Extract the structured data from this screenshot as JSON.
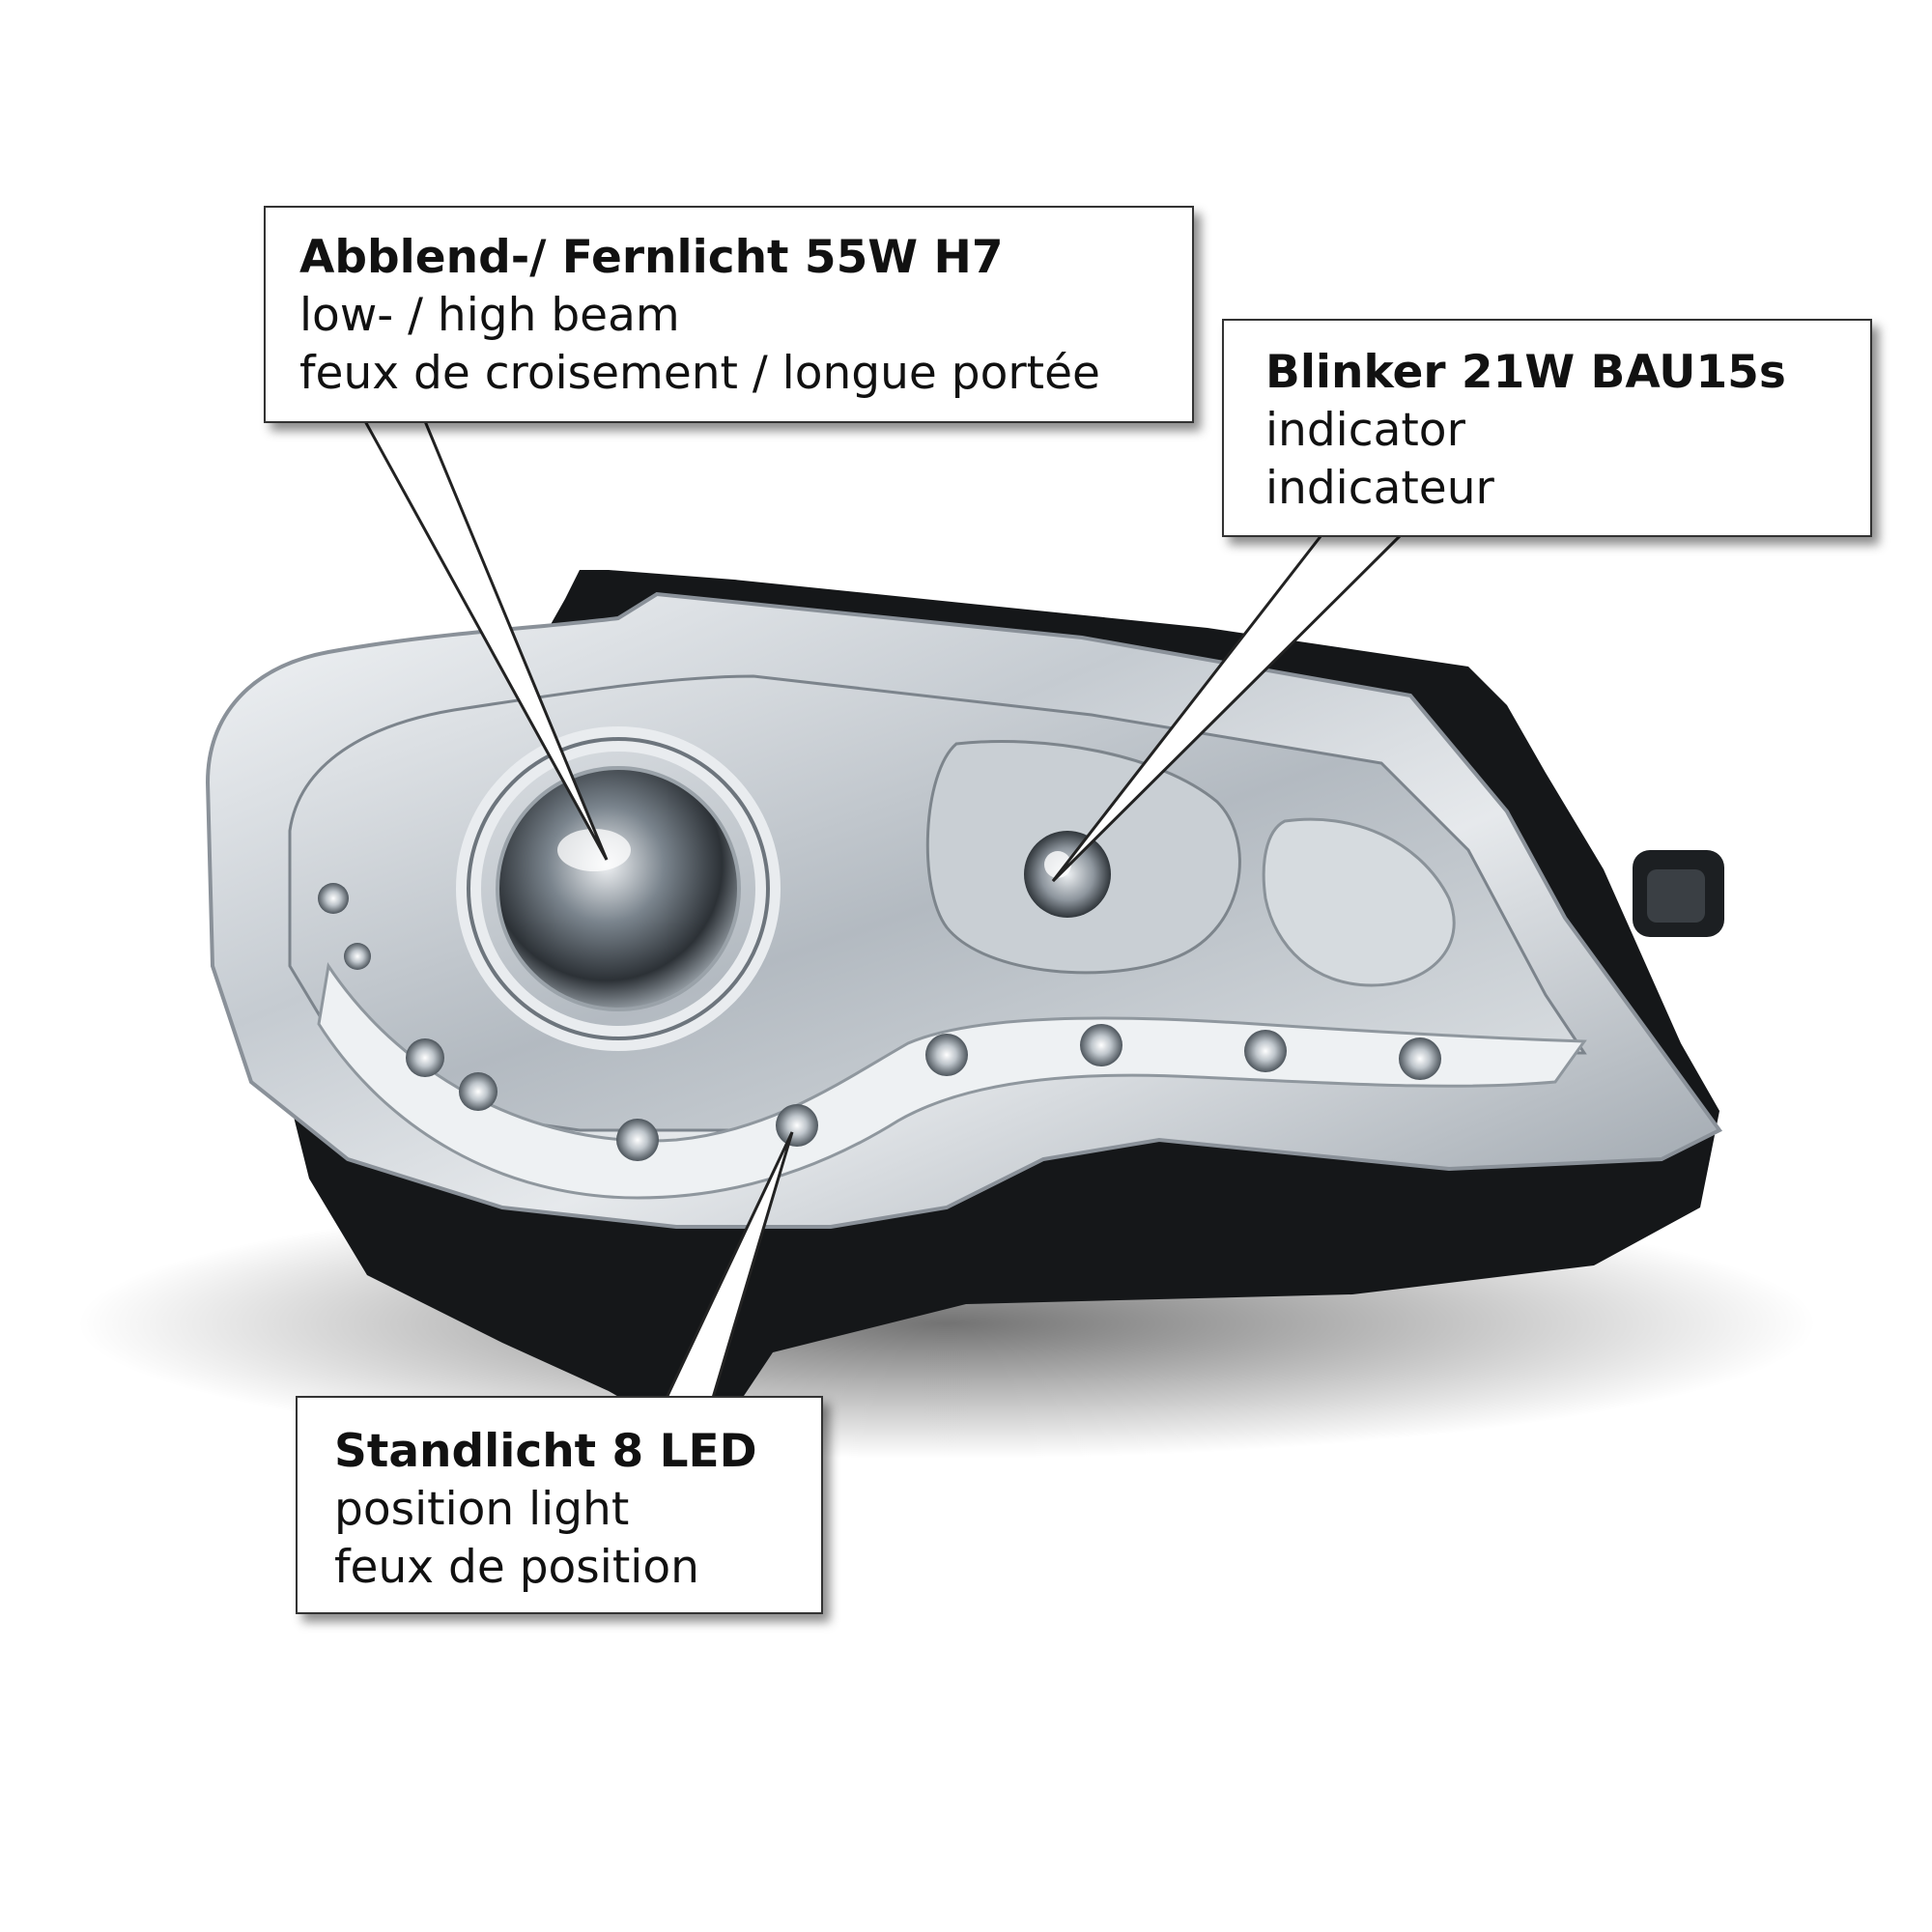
{
  "callouts": {
    "low_high_beam": {
      "title": "Abblend-/ Fernlicht 55W H7",
      "english": "low- / high beam",
      "french": "feux de croisement / longue portée"
    },
    "indicator": {
      "title": "Blinker 21W BAU15s",
      "english": "indicator",
      "french": "indicateur"
    },
    "position_light": {
      "title": "Standlicht 8 LED",
      "english": "position light",
      "french": "feux de position"
    }
  },
  "colors": {
    "callout_border": "#333333",
    "housing_black": "#151719",
    "chrome": "#d8dce0"
  }
}
